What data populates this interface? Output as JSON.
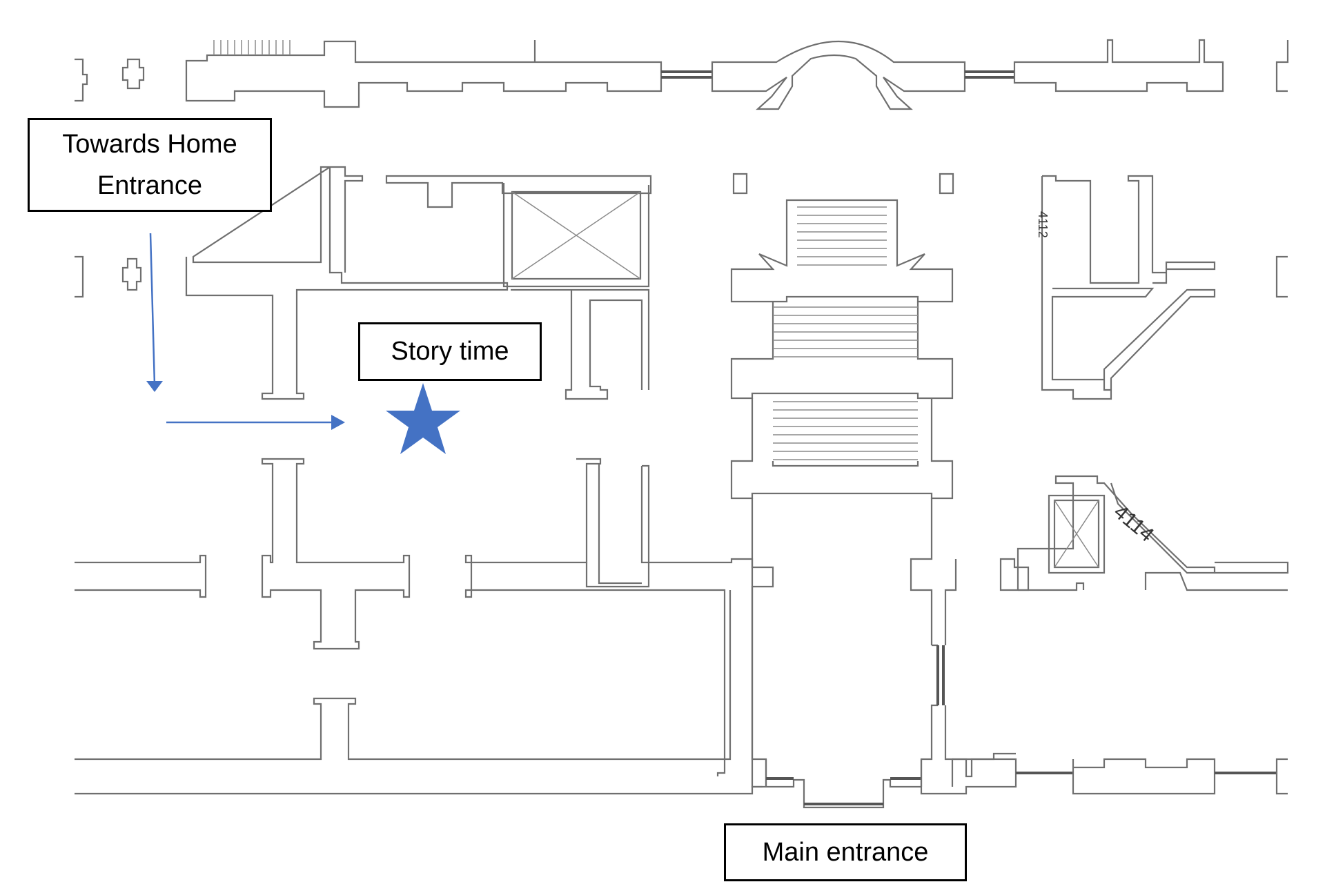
{
  "map": {
    "callouts": {
      "home_entrance": "Towards Home Entrance",
      "story_time": "Story time",
      "main_entrance": "Main entrance"
    },
    "room_numbers": [
      "4112",
      "4114"
    ],
    "marker_color": "#4472C4",
    "arrow_color": "#4472C4",
    "wall_color": "#6f6f6f"
  }
}
